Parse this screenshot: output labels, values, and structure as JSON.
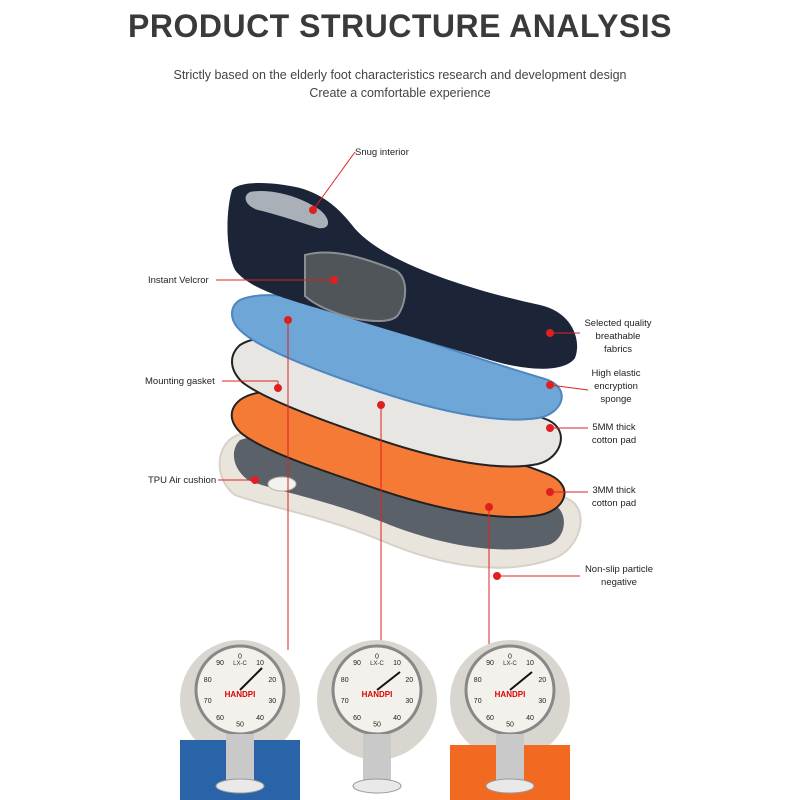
{
  "title": "PRODUCT STRUCTURE ANALYSIS",
  "subtitle_line1": "Strictly based on the elderly foot characteristics research and development design",
  "subtitle_line2": "Create a comfortable experience",
  "labels": {
    "snug_interior": "Snug interior",
    "instant_velcro": "Instant Velcror",
    "mounting_gasket": "Mounting gasket",
    "tpu_air_cushion": "TPU Air cushion",
    "breathable_1": "Selected quality",
    "breathable_2": "breathable",
    "breathable_3": "fabrics",
    "sponge_1": "High elastic",
    "sponge_2": "encryption",
    "sponge_3": "sponge",
    "cotton5_1": "5MM thick",
    "cotton5_2": "cotton pad",
    "cotton3_1": "3MM thick",
    "cotton3_2": "cotton pad",
    "nonslip_1": "Non-slip particle",
    "nonslip_2": "negative"
  },
  "gauge": {
    "brand": "HANDPI",
    "model": "LX-C",
    "scale": [
      "0",
      "10",
      "20",
      "30",
      "40",
      "50",
      "60",
      "70",
      "80",
      "90"
    ]
  },
  "colors": {
    "shoe": "#1c2438",
    "blue_layer": "#6fa6d8",
    "white_layer": "#e8e6e3",
    "orange_layer": "#f57a36",
    "sole_gray": "#5b6168",
    "sole_base": "#e9e4dc",
    "pointer": "#e02020"
  }
}
